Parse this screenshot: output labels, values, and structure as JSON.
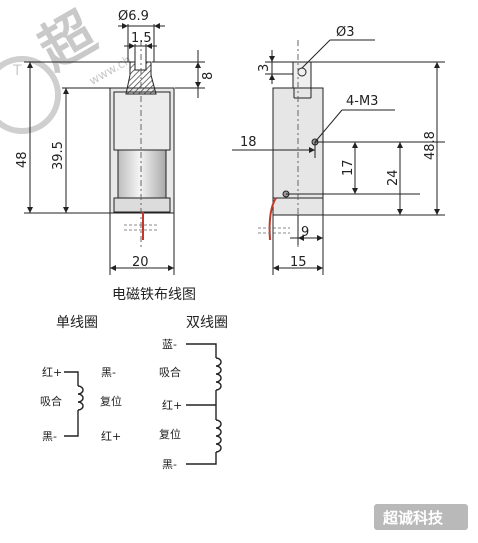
{
  "watermark": {
    "big_char": "超",
    "url": "www.ch",
    "brand": "超诚科技",
    "seal_letter": "T"
  },
  "dimensions": {
    "d_outer": "Ø6.9",
    "d_inner": "1.5",
    "top_height": "8",
    "body_48": "48",
    "body_39_5": "39.5",
    "width_20": "20",
    "hole_d3": "Ø3",
    "top_3": "3",
    "thread": "4-M3",
    "side_18": "18",
    "side_17": "17",
    "side_24": "24",
    "overall_48_8": "48.8",
    "bottom_9": "9",
    "bottom_15": "15"
  },
  "wiring": {
    "title": "电磁铁布线图",
    "single": {
      "title": "单线圈",
      "red_plus_left": "红+",
      "black_minus_right": "黑-",
      "pull": "吸合",
      "reset": "复位",
      "black_minus_left": "黑-",
      "red_plus_right": "红+"
    },
    "double": {
      "title": "双线圈",
      "blue_minus": "蓝-",
      "pull": "吸合",
      "red_plus": "红+",
      "reset": "复位",
      "black_minus": "黑-"
    }
  },
  "colors": {
    "line": "#222222",
    "body_fill": "#e6e6e6",
    "coil_fill": "#d4d4d4",
    "hatch": "#444444",
    "wire_red": "#c0392b",
    "watermark": "#c9c9c9"
  }
}
